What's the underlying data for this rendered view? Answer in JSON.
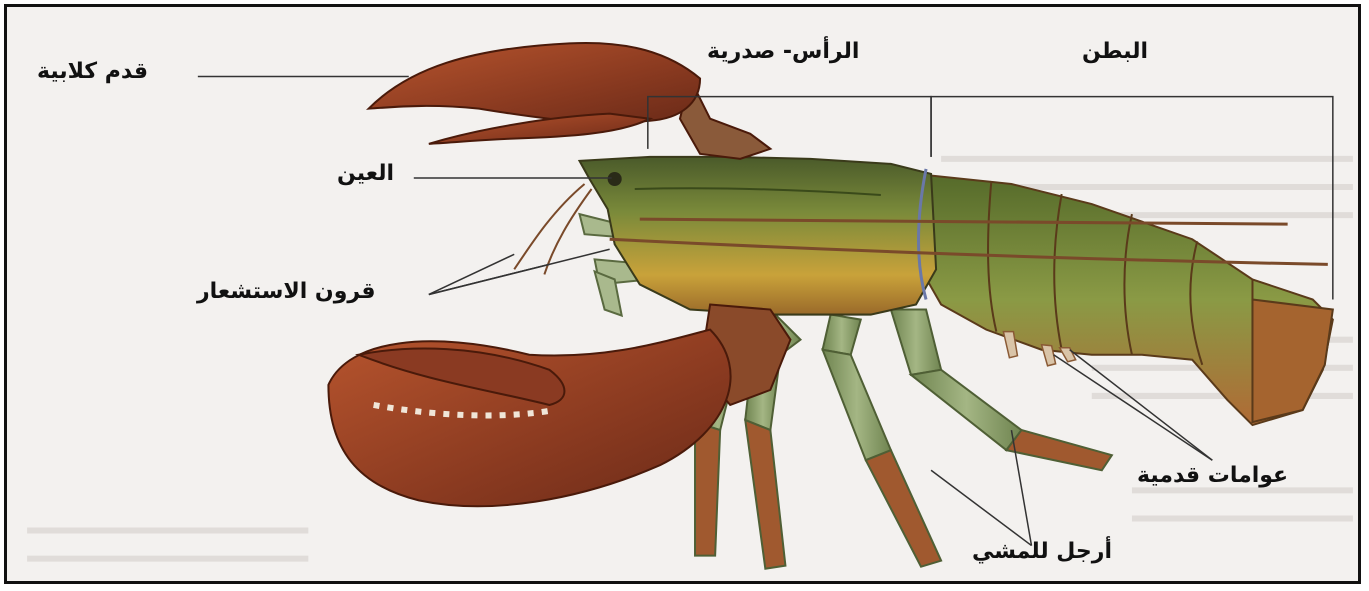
{
  "labels": {
    "claw": "قدم كلابية",
    "cephalothorax": "الرأس- صدرية",
    "abdomen": "البطن",
    "eye": "العين",
    "antennae": "قرون الاستشعار",
    "swimmerets": "عوامات قدمية",
    "walking_legs": "أرجل للمشي"
  },
  "colors": {
    "shell_green": "#6f7a3a",
    "shell_yellow": "#c9a23a",
    "shell_red": "#a6452a",
    "claw_red": "#9c3f24",
    "leg_green": "#8aa067",
    "tail_orange": "#c66a3a"
  }
}
